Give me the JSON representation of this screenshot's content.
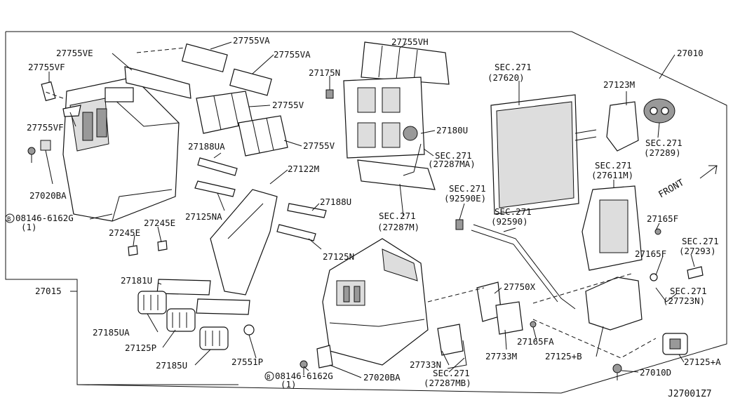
{
  "diagram_code": "J27001Z7",
  "front_label": "FRONT",
  "callouts": [
    {
      "id": "27755VE",
      "text": "27755VE"
    },
    {
      "id": "27755VF_a",
      "text": "27755VF"
    },
    {
      "id": "27755VF_b",
      "text": "27755VF"
    },
    {
      "id": "27755VA_a",
      "text": "27755VA"
    },
    {
      "id": "27755VA_b",
      "text": "27755VA"
    },
    {
      "id": "27755V_a",
      "text": "27755V"
    },
    {
      "id": "27755V_b",
      "text": "27755V"
    },
    {
      "id": "27755VH",
      "text": "27755VH"
    },
    {
      "id": "27175N",
      "text": "27175N"
    },
    {
      "id": "27180U",
      "text": "27180U"
    },
    {
      "id": "sec271_27287MA",
      "text": "SEC.271"
    },
    {
      "id": "sec271_27287MA_p",
      "text": "(27287MA)"
    },
    {
      "id": "sec271_27287M",
      "text": "SEC.271"
    },
    {
      "id": "sec271_27287M_p",
      "text": "(27287M)"
    },
    {
      "id": "sec271_27620",
      "text": "SEC.271"
    },
    {
      "id": "sec271_27620_p",
      "text": "(27620)"
    },
    {
      "id": "27010",
      "text": "27010"
    },
    {
      "id": "27123M",
      "text": "27123M"
    },
    {
      "id": "sec271_27289",
      "text": "SEC.271"
    },
    {
      "id": "sec271_27289_p",
      "text": "(27289)"
    },
    {
      "id": "sec271_27611M",
      "text": "SEC.271"
    },
    {
      "id": "sec271_27611M_p",
      "text": "(27611M)"
    },
    {
      "id": "27188UA",
      "text": "27188UA"
    },
    {
      "id": "27122M",
      "text": "27122M"
    },
    {
      "id": "27125NA",
      "text": "27125NA"
    },
    {
      "id": "27188U",
      "text": "27188U"
    },
    {
      "id": "27125N",
      "text": "27125N"
    },
    {
      "id": "27020BA_a",
      "text": "27020BA"
    },
    {
      "id": "bolt_a",
      "text": "08146-6162G"
    },
    {
      "id": "bolt_a_qty",
      "text": "(1)"
    },
    {
      "id": "27245E_a",
      "text": "27245E"
    },
    {
      "id": "27245E_b",
      "text": "27245E"
    },
    {
      "id": "sec271_92590E",
      "text": "SEC.271"
    },
    {
      "id": "sec271_92590E_p",
      "text": "(92590E)"
    },
    {
      "id": "sec271_92590",
      "text": "SEC.271"
    },
    {
      "id": "sec271_92590_p",
      "text": "(92590)"
    },
    {
      "id": "27165F_a",
      "text": "27165F"
    },
    {
      "id": "27165F_b",
      "text": "27165F"
    },
    {
      "id": "sec271_27293",
      "text": "SEC.271"
    },
    {
      "id": "sec271_27293_p",
      "text": "(27293)"
    },
    {
      "id": "sec271_27723N",
      "text": "SEC.271"
    },
    {
      "id": "sec271_27723N_p",
      "text": "(27723N)"
    },
    {
      "id": "27015",
      "text": "27015"
    },
    {
      "id": "27181U",
      "text": "27181U"
    },
    {
      "id": "27185UA",
      "text": "27185UA"
    },
    {
      "id": "27125P",
      "text": "27125P"
    },
    {
      "id": "27185U",
      "text": "27185U"
    },
    {
      "id": "27551P",
      "text": "27551P"
    },
    {
      "id": "27750X",
      "text": "27750X"
    },
    {
      "id": "27733N",
      "text": "27733N"
    },
    {
      "id": "27733M",
      "text": "27733M"
    },
    {
      "id": "27165FA",
      "text": "27165FA"
    },
    {
      "id": "sec271_27287MB",
      "text": "SEC.271"
    },
    {
      "id": "sec271_27287MB_p",
      "text": "(27287MB)"
    },
    {
      "id": "27125B",
      "text": "27125+B"
    },
    {
      "id": "27125A",
      "text": "27125+A"
    },
    {
      "id": "27010D",
      "text": "27010D"
    },
    {
      "id": "27020BA_b",
      "text": "27020BA"
    },
    {
      "id": "bolt_b",
      "text": "08146-6162G"
    },
    {
      "id": "bolt_b_qty",
      "text": "(1)"
    },
    {
      "id": "bolt_a_marker",
      "text": "B"
    },
    {
      "id": "bolt_b_marker",
      "text": "B"
    }
  ]
}
